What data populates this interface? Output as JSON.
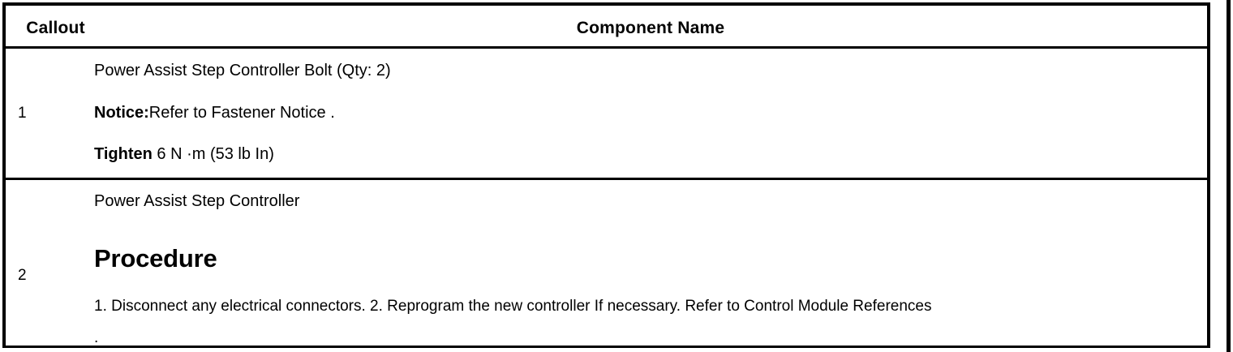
{
  "table": {
    "columns": [
      {
        "key": "callout",
        "header": "Callout",
        "align": "left"
      },
      {
        "key": "component",
        "header": "Component Name",
        "align": "center"
      }
    ],
    "rows": [
      {
        "callout": "1",
        "component": {
          "title": "Power Assist Step Controller Bolt (Qty: 2)",
          "notice_label": "Notice:",
          "notice_text": "Refer to Fastener Notice .",
          "tighten_label": "Tighten",
          "tighten_value": " 6 N ·m (53 lb In)"
        }
      },
      {
        "callout": "2",
        "component": {
          "title": "Power Assist Step Controller",
          "procedure_heading": "Procedure",
          "procedure_body": "1. Disconnect any electrical connectors. 2. Reprogram the new controller If necessary. Refer to Control Module References",
          "procedure_body_cont": "."
        }
      }
    ]
  },
  "colors": {
    "border": "#000000",
    "background": "#ffffff",
    "text": "#000000"
  }
}
